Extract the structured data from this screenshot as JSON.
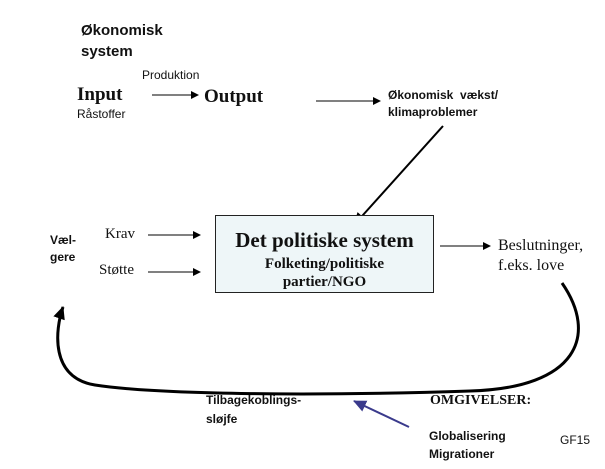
{
  "economic_system": {
    "title_line1": "Økonomisk",
    "title_line2": "system"
  },
  "production_label": "Produktion",
  "input": {
    "label": "Input",
    "sub": "Råstoffer"
  },
  "output_label": "Output",
  "growth": {
    "line1": "Økonomisk  vækst/",
    "line2": "klimaproblemer"
  },
  "political_system": {
    "title": "Det politiske system",
    "line2": "Folketing/politiske",
    "line3": "partier/NGO"
  },
  "voters": {
    "line1": "Væl-",
    "line2": "gere"
  },
  "inputs": {
    "demand": "Krav",
    "support": "Støtte"
  },
  "decisions": {
    "line1": "Beslutninger,",
    "line2": "f.eks. love"
  },
  "feedback": {
    "line1": "Tilbagekoblings-",
    "line2": "sløjfe"
  },
  "environment": {
    "title": "OMGIVELSER:",
    "item1": "Globalisering",
    "item2": "Migrationer"
  },
  "credit": "GF15",
  "colors": {
    "feedback_arrow": "#3a3a8c",
    "box_fill": "#eef6f8"
  }
}
